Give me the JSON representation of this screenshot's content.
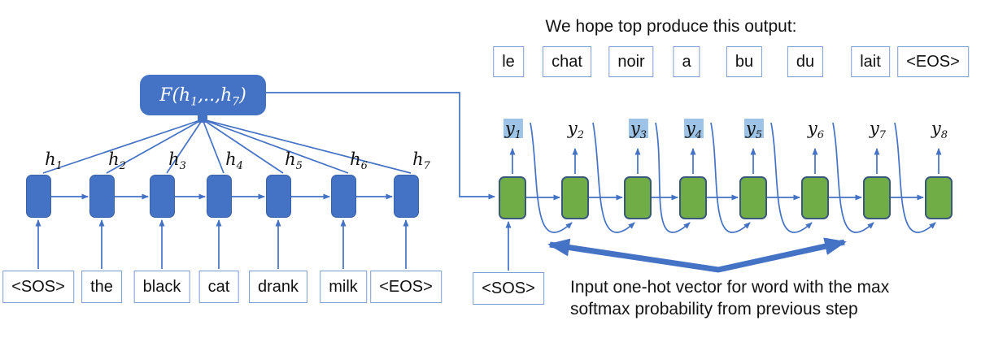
{
  "encoder": {
    "function_label": {
      "prefix": "F(h",
      "sub1": "1",
      "mid": ",..,h",
      "sub2": "7",
      "suffix": ")"
    },
    "hidden_labels": [
      {
        "base": "h",
        "sub": "1"
      },
      {
        "base": "h",
        "sub": "2"
      },
      {
        "base": "h",
        "sub": "3"
      },
      {
        "base": "h",
        "sub": "4"
      },
      {
        "base": "h",
        "sub": "5"
      },
      {
        "base": "h",
        "sub": "6"
      },
      {
        "base": "h",
        "sub": "7"
      }
    ],
    "input_words": [
      "<SOS>",
      "the",
      "black",
      "cat",
      "drank",
      "milk",
      "<EOS>"
    ]
  },
  "decoder": {
    "title": "We hope top produce this output:",
    "target_words": [
      "le",
      "chat",
      "noir",
      "a",
      "bu",
      "du",
      "lait",
      "<EOS>"
    ],
    "output_labels": [
      {
        "base": "y",
        "sub": "1",
        "highlight": true
      },
      {
        "base": "y",
        "sub": "2",
        "highlight": false
      },
      {
        "base": "y",
        "sub": "3",
        "highlight": true
      },
      {
        "base": "y",
        "sub": "4",
        "highlight": true
      },
      {
        "base": "y",
        "sub": "5",
        "highlight": true
      },
      {
        "base": "y",
        "sub": "6",
        "highlight": false
      },
      {
        "base": "y",
        "sub": "7",
        "highlight": false
      },
      {
        "base": "y",
        "sub": "8",
        "highlight": false
      }
    ],
    "start_word": "<SOS>",
    "caption_line1": "Input one-hot vector for word with the max",
    "caption_line2": "softmax probability from previous step"
  },
  "colors": {
    "blue": "#4472C4",
    "green": "#70AD47",
    "line": "#4472C4",
    "highlight": "#9DC3E6",
    "word_border": "#7C9CD4"
  }
}
